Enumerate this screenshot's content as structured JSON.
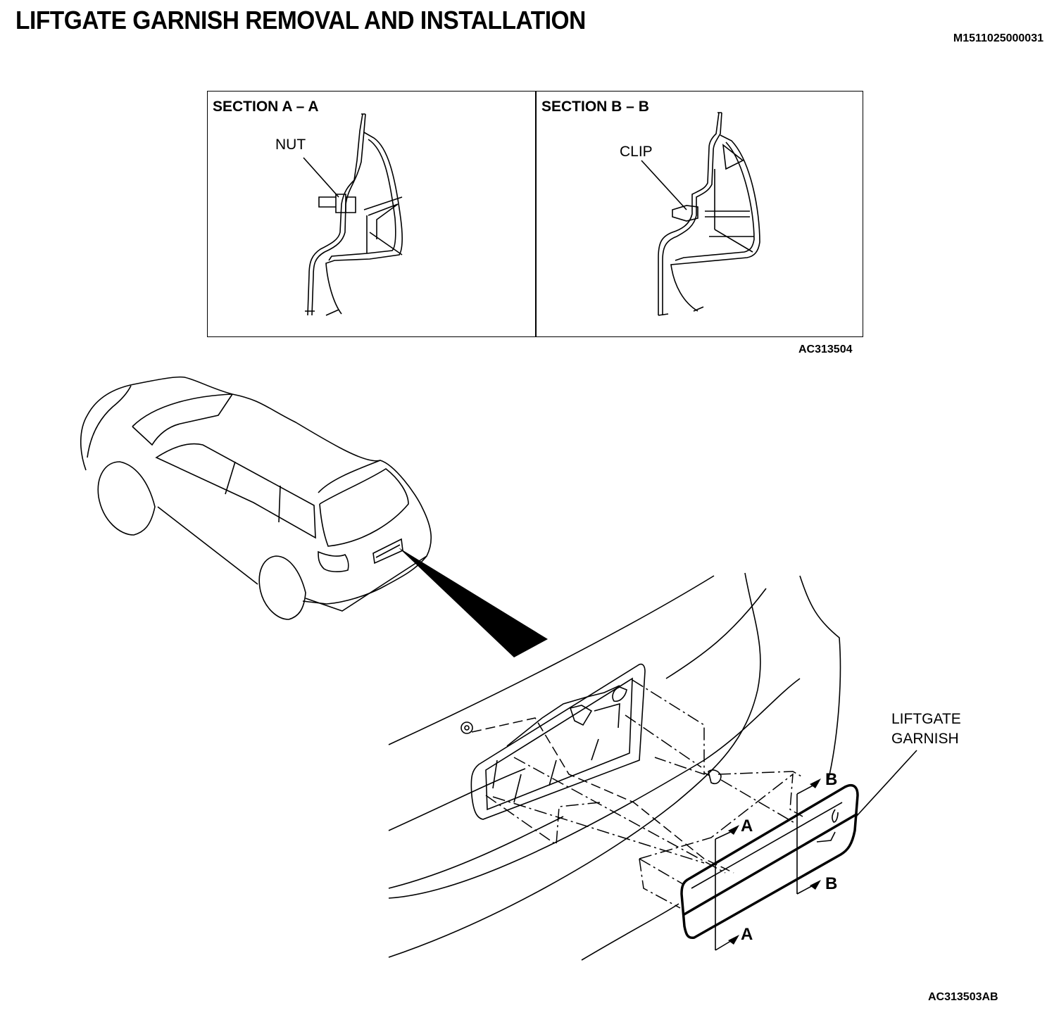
{
  "header": {
    "title": "LIFTGATE GARNISH REMOVAL AND INSTALLATION",
    "document_id": "M1511025000031"
  },
  "section_views": [
    {
      "label": "SECTION A – A",
      "callout": "NUT"
    },
    {
      "label": "SECTION B – B",
      "callout": "CLIP"
    }
  ],
  "section_figure_code": "AC313504",
  "main_figure": {
    "part_label_line1": "LIFTGATE",
    "part_label_line2": "GARNISH",
    "section_markers": {
      "a_top": "A",
      "a_bottom": "A",
      "b_top": "B",
      "b_bottom": "B"
    },
    "figure_code": "AC313503AB"
  }
}
